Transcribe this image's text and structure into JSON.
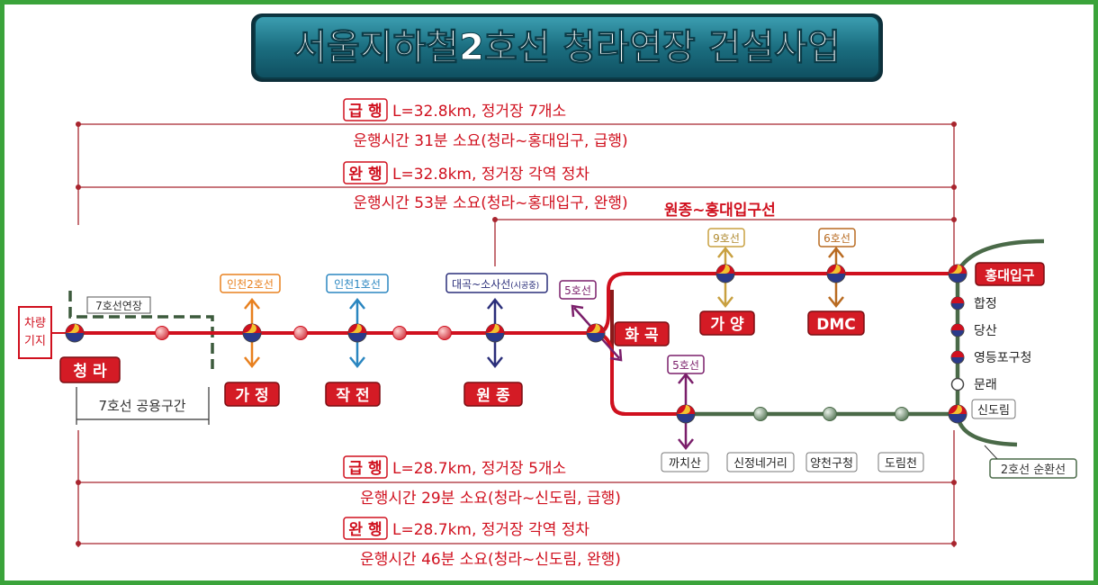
{
  "title": "서울지하철2호선 청라연장 건설사업",
  "express_label": "급 행",
  "local_label": "완 행",
  "top": {
    "express_info": "L=32.8km, 정거장 7개소",
    "express_time": "운행시간 31분 소요(청라~홍대입구, 급행)",
    "local_info": "L=32.8km, 정거장 각역 정차",
    "local_time": "운행시간 53분 소요(청라~홍대입구, 완행)",
    "branch_label": "원종~홍대입구선"
  },
  "bottom": {
    "express_info": "L=28.7km, 정거장 5개소",
    "express_time": "운행시간 29분 소요(청라~신도림, 급행)",
    "local_info": "L=28.7km, 정거장 각역 정차",
    "local_time": "운행시간 46분 소요(청라~신도림, 완행)"
  },
  "depot": [
    "차량",
    "기지"
  ],
  "line7_extension": "7호선연장",
  "line7_shared": "7호선 공용구간",
  "stations": {
    "cheongna": "청 라",
    "gajeong": "가 정",
    "jakjeon": "작 전",
    "wonjong": "원 종",
    "hwagok": "화 곡",
    "gayang": "가 양",
    "dmc": "DMC",
    "hongik": "홍대입구",
    "hapjeong": "합정",
    "dangsan": "당산",
    "yeongdeungpo_gu": "영등포구청",
    "mullae": "문래",
    "sindorim": "신도림",
    "kkachisan": "까치산",
    "sinjeong": "신정네거리",
    "yangcheon": "양천구청",
    "dorimcheon": "도림천"
  },
  "transfers": {
    "incheon2": "인천2호선",
    "incheon1": "인천1호선",
    "daegok": "대곡~소사선",
    "daegok_sub": "(시공중)",
    "line5_hwagok": "5호선",
    "line9": "9호선",
    "line6": "6호선",
    "line5_kkachisan": "5호선"
  },
  "line2_loop": "2호선 순환선",
  "colors": {
    "title_bg": "#1f6f80",
    "red_line": "#d0101e",
    "green_line": "#4a6a48",
    "dim_line": "#a8252e",
    "frame": "#3aa33a",
    "incheon2": "#e8801e",
    "incheon1": "#2a86c0",
    "daegok": "#2a2e7a",
    "line5": "#7a1e6a",
    "line9": "#c8a040",
    "line6": "#b86a20"
  }
}
